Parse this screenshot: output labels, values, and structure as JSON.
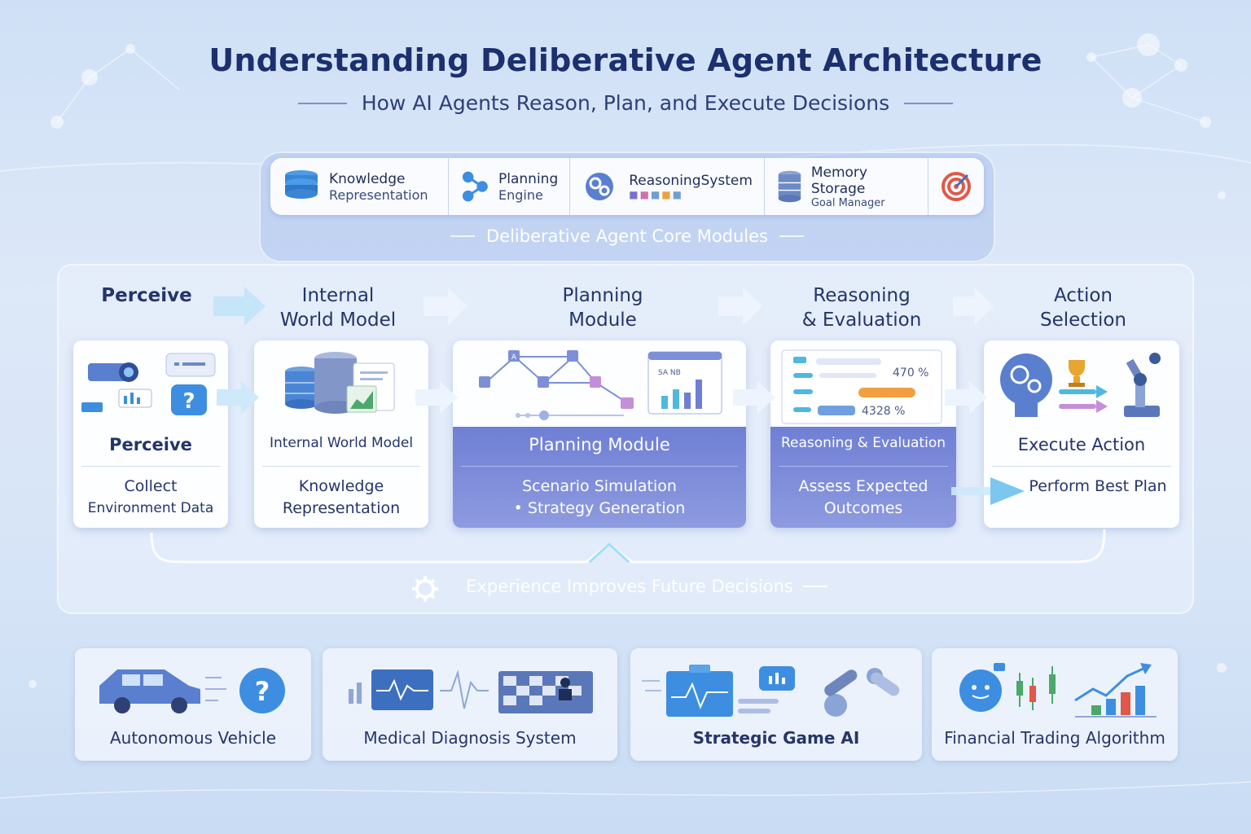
{
  "title": "Understanding Deliberative Agent Architecture",
  "subtitle": "How AI Agents Reason, Plan, and Execute Decisions",
  "core_modules": {
    "items": [
      {
        "line1": "Knowledge",
        "line2": "Representation",
        "icon": "database-icon"
      },
      {
        "line1": "Planning",
        "line2": "Engine",
        "icon": "network-nodes-icon"
      },
      {
        "line1": "ReasoningSystem",
        "line2": "",
        "icon": "brain-gears-icon"
      },
      {
        "line1": "Memory Storage",
        "line2": "Goal Manager",
        "icon": "storage-cylinder-icon"
      },
      {
        "line1": "",
        "line2": "",
        "icon": "target-icon"
      }
    ],
    "caption": "Deliberative Agent Core Modules"
  },
  "stages": [
    {
      "heading": "Perceive",
      "name": "Perceive",
      "desc1": "Collect",
      "desc2": "Environment Data"
    },
    {
      "heading1": "Internal",
      "heading2": "World Model",
      "name": "Internal World Model",
      "desc1": "Knowledge",
      "desc2": "Representation"
    },
    {
      "heading1": "Planning",
      "heading2": "Module",
      "name": "Planning Module",
      "desc1": "Scenario Simulation",
      "desc2": "• Strategy Generation"
    },
    {
      "heading1": "Reasoning",
      "heading2": "& Evaluation",
      "name": "Reasoning & Evaluation",
      "desc1": "Assess Expected",
      "desc2": "Outcomes"
    },
    {
      "heading1": "Action",
      "heading2": "Selection",
      "name": "Execute Action",
      "desc1": "Perform Best Plan"
    }
  ],
  "illus_text": {
    "chart_label": "SA NB",
    "pct_1": "470 %",
    "pct_2": "4328 %",
    "node_a": "A"
  },
  "feedback": "Experience Improves Future Decisions",
  "examples": [
    {
      "label": "Autonomous Vehicle"
    },
    {
      "label": "Medical Diagnosis System"
    },
    {
      "label": "Strategic Game AI"
    },
    {
      "label": "Financial Trading Algorithm"
    }
  ],
  "colors": {
    "title": "#1c2f6e",
    "accent_blue": "#3d8ee0",
    "dark_card": "#6f7fd4",
    "arrow": "#eef3fc"
  }
}
